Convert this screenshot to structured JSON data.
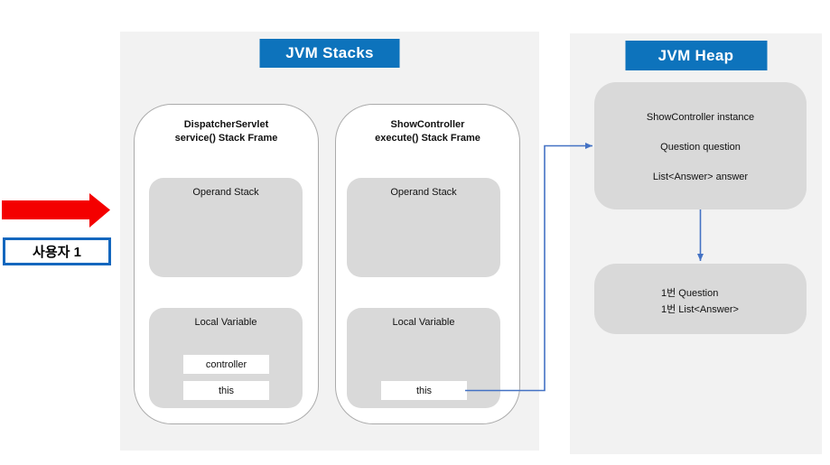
{
  "colors": {
    "header_blue": "#0d73bc",
    "connector_blue": "#4472c4",
    "arrow_red": "#f40000",
    "user_border_blue": "#1467be",
    "panel_gray": "#f2f2f2",
    "box_gray": "#d9d9d9"
  },
  "user": {
    "label": "사용자 1"
  },
  "stacks": {
    "title": "JVM Stacks",
    "frames": [
      {
        "title": "DispatcherServlet\nservice() Stack Frame",
        "operand_label": "Operand Stack",
        "local_label": "Local Variable",
        "variables": [
          "controller",
          "this"
        ]
      },
      {
        "title": "ShowController\nexecute() Stack Frame",
        "operand_label": "Operand Stack",
        "local_label": "Local Variable",
        "variables": [
          "this"
        ]
      }
    ]
  },
  "heap": {
    "title": "JVM Heap",
    "instance_lines": [
      "ShowController instance",
      "Question question",
      "List<Answer> answer"
    ],
    "object_lines": [
      "1번 Question",
      "1번 List<Answer>"
    ]
  }
}
